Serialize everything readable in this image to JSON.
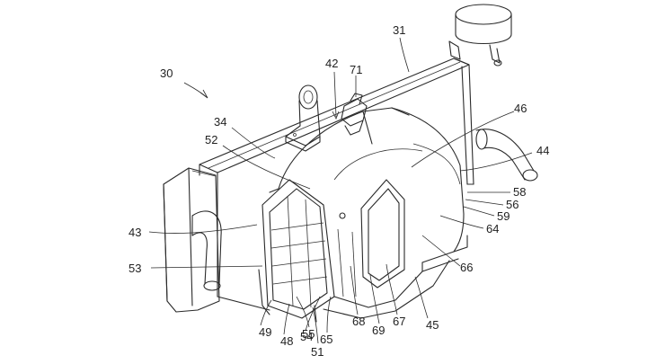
{
  "figure": {
    "reference_numerals": [
      {
        "id": "n30",
        "text": "30"
      },
      {
        "id": "n31",
        "text": "31"
      },
      {
        "id": "n42",
        "text": "42"
      },
      {
        "id": "n71",
        "text": "71"
      },
      {
        "id": "n34",
        "text": "34"
      },
      {
        "id": "n46",
        "text": "46"
      },
      {
        "id": "n52",
        "text": "52"
      },
      {
        "id": "n44",
        "text": "44"
      },
      {
        "id": "n58",
        "text": "58"
      },
      {
        "id": "n56",
        "text": "56"
      },
      {
        "id": "n59",
        "text": "59"
      },
      {
        "id": "n64",
        "text": "64"
      },
      {
        "id": "n43",
        "text": "43"
      },
      {
        "id": "n66",
        "text": "66"
      },
      {
        "id": "n53",
        "text": "53"
      },
      {
        "id": "n45",
        "text": "45"
      },
      {
        "id": "n67",
        "text": "67"
      },
      {
        "id": "n68",
        "text": "68"
      },
      {
        "id": "n69",
        "text": "69"
      },
      {
        "id": "n65",
        "text": "65"
      },
      {
        "id": "n54",
        "text": "54"
      },
      {
        "id": "n55",
        "text": "55"
      },
      {
        "id": "n49",
        "text": "49"
      },
      {
        "id": "n48",
        "text": "48"
      },
      {
        "id": "n51",
        "text": "51"
      }
    ]
  }
}
